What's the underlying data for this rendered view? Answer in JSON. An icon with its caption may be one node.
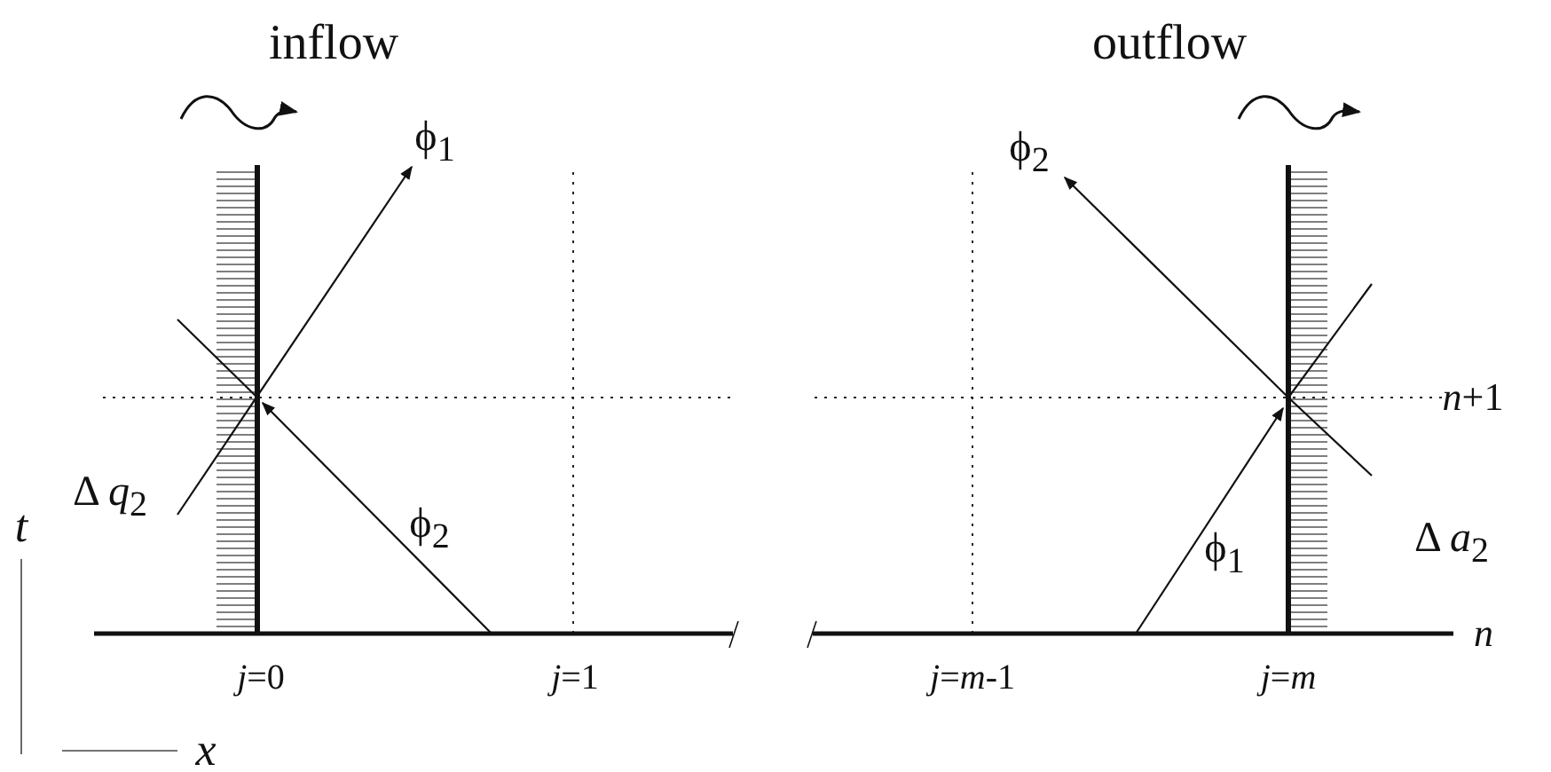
{
  "diagram": {
    "labels": [
      "inflow",
      "outflow",
      "ϕ$_{1}$",
      "ϕ$_{2}$",
      "*n*+1",
      "t",
      "Δ *q*$_{2}$",
      "ϕ$_{2}$",
      "ϕ$_{1}$",
      "Δ *a*$_{2}$",
      "*j*=0",
      "*j*=1",
      "*j*=*m*-1",
      "*j*=*m*",
      "n",
      "x"
    ]
  }
}
